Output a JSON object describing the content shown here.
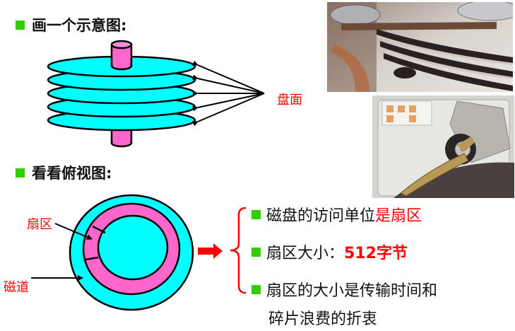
{
  "section1": {
    "heading": "画一个示意图:",
    "bullet_color": "#33cc00",
    "platter_count": 5,
    "surface_label": "盘面"
  },
  "section2": {
    "heading": "看看俯视图:",
    "sector_label": "扇区",
    "track_label": "磁道"
  },
  "points": [
    {
      "text_black": "磁盘的访问单位",
      "text_red": "是扇区"
    },
    {
      "text_black": "扇区大小：",
      "text_red": "512字节"
    },
    {
      "text_black": "扇区的大小是传输时间和",
      "continuation": "碎片浪费的折衷"
    }
  ],
  "photos": {
    "top": "hard-disk-platters-side-view",
    "bottom": "hard-disk-actuator-arm"
  },
  "colors": {
    "platter": "#00ffff",
    "spindle": "#ff66cc",
    "sector_ring": "#ff66cc",
    "highlight": "#ff0000",
    "bullet": "#33cc00"
  }
}
